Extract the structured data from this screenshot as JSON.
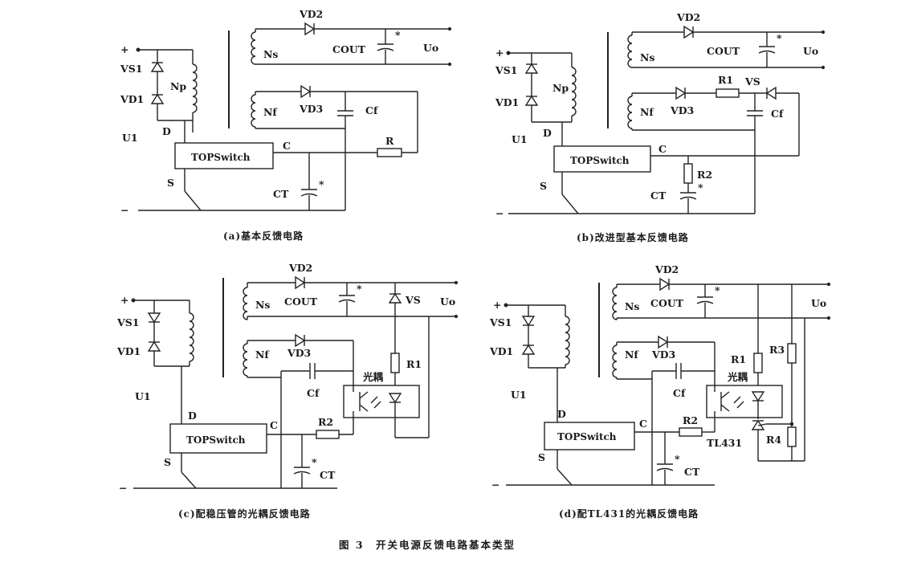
{
  "figure_caption": "图 3　开关电源反馈电路基本类型",
  "panels": {
    "a": {
      "caption": "(a)基本反馈电路",
      "labels": {
        "vs1": "VS1",
        "vd1": "VD1",
        "np": "Np",
        "d": "D",
        "u1": "U1",
        "s": "S",
        "chip": "TOPSwitch",
        "c": "C",
        "ns": "Ns",
        "vd2": "VD2",
        "cout": "COUT",
        "uo": "Uo",
        "nf": "Nf",
        "vd3": "VD3",
        "cf": "Cf",
        "r": "R",
        "ct": "CT",
        "plus": "+",
        "minus": "−",
        "star": "*"
      }
    },
    "b": {
      "caption": "(b)改进型基本反馈电路",
      "labels": {
        "vs1": "VS1",
        "vd1": "VD1",
        "np": "Np",
        "d": "D",
        "u1": "U1",
        "s": "S",
        "chip": "TOPSwitch",
        "c": "C",
        "ns": "Ns",
        "vd2": "VD2",
        "cout": "COUT",
        "uo": "Uo",
        "nf": "Nf",
        "vd3": "VD3",
        "r1": "R1",
        "vs": "VS",
        "cf": "Cf",
        "r2": "R2",
        "ct": "CT",
        "plus": "+",
        "minus": "−",
        "star": "*"
      }
    },
    "c": {
      "caption": "(c)配稳压管的光耦反馈电路",
      "labels": {
        "vs1": "VS1",
        "vd1": "VD1",
        "d": "D",
        "u1": "U1",
        "s": "S",
        "chip": "TOPSwitch",
        "c": "C",
        "ns": "Ns",
        "vd2": "VD2",
        "cout": "COUT",
        "vs": "VS",
        "uo": "Uo",
        "nf": "Nf",
        "vd3": "VD3",
        "cf": "Cf",
        "r1": "R1",
        "opto": "光耦",
        "r2": "R2",
        "ct": "CT",
        "plus": "+",
        "minus": "−",
        "star": "*"
      }
    },
    "d": {
      "caption": "(d)配TL431的光耦反馈电路",
      "labels": {
        "vs1": "VS1",
        "vd1": "VD1",
        "d": "D",
        "u1": "U1",
        "s": "S",
        "chip": "TOPSwitch",
        "c": "C",
        "ns": "Ns",
        "vd2": "VD2",
        "cout": "COUT",
        "uo": "Uo",
        "nf": "Nf",
        "vd3": "VD3",
        "cf": "Cf",
        "r1": "R1",
        "r3": "R3",
        "opto": "光耦",
        "r2": "R2",
        "tl431": "TL431",
        "r4": "R4",
        "ct": "CT",
        "plus": "+",
        "minus": "−",
        "star": "*"
      }
    }
  }
}
